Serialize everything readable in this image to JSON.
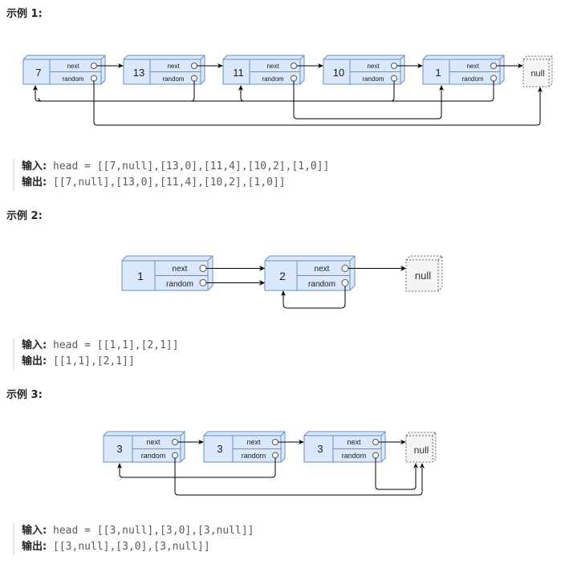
{
  "colors": {
    "node_fill": "#dae8fc",
    "node_stroke": "#6c8ebf",
    "null_fill": "#f5f5f5",
    "null_stroke": "#666666",
    "line": "#000000"
  },
  "examples": [
    {
      "title": "示例 1:",
      "field_next": "next",
      "field_random": "random",
      "null_label": "null",
      "nodes": [
        "7",
        "13",
        "11",
        "10",
        "1"
      ],
      "input_label": "输入:",
      "input_text": "head = [[7,null],[13,0],[11,4],[10,2],[1,0]]",
      "output_label": "输出:",
      "output_text": "[[7,null],[13,0],[11,4],[10,2],[1,0]]"
    },
    {
      "title": "示例 2:",
      "field_next": "next",
      "field_random": "random",
      "null_label": "null",
      "nodes": [
        "1",
        "2"
      ],
      "input_label": "输入:",
      "input_text": "head = [[1,1],[2,1]]",
      "output_label": "输出:",
      "output_text": "[[1,1],[2,1]]"
    },
    {
      "title": "示例 3:",
      "field_next": "next",
      "field_random": "random",
      "null_label": "null",
      "nodes": [
        "3",
        "3",
        "3"
      ],
      "input_label": "输入:",
      "input_text": "head = [[3,null],[3,0],[3,null]]",
      "output_label": "输出:",
      "output_text": "[[3,null],[3,0],[3,null]]"
    }
  ]
}
